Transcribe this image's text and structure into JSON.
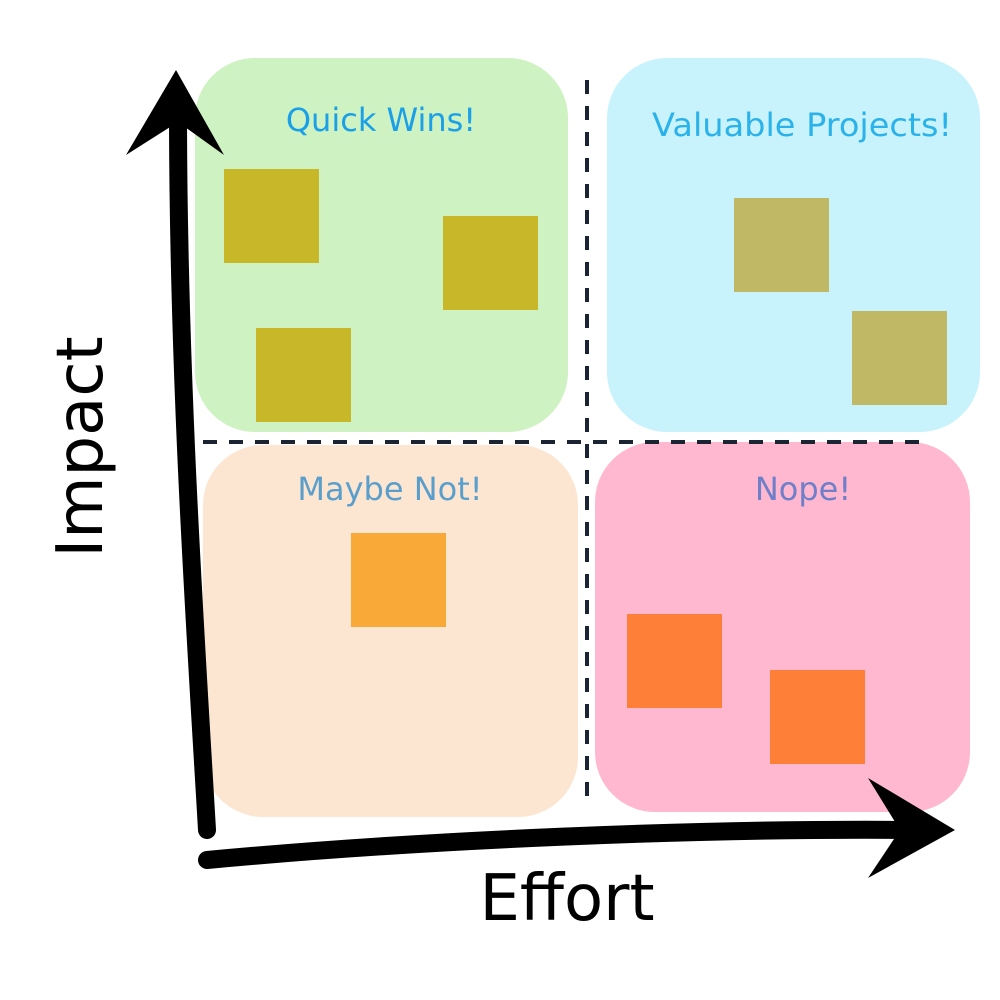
{
  "axes": {
    "x_label": "Effort",
    "y_label": "Impact",
    "stroke_color": "#000000"
  },
  "divider_color": "#1a2433",
  "quadrants": {
    "quick_wins": {
      "title": "Quick Wins!",
      "fill": "#cef2c1",
      "title_color": "#1aa0e8",
      "note_color": "#c8b829",
      "note_count": 3
    },
    "valuable_projects": {
      "title": "Valuable Projects!",
      "fill": "#c8f3fc",
      "title_color": "#2bb2ea",
      "note_color": "#c1b865",
      "note_count": 2
    },
    "maybe_not": {
      "title": "Maybe Not!",
      "fill": "#fde6d1",
      "title_color": "#5a9fcc",
      "note_color": "#f9a937",
      "note_count": 1
    },
    "nope": {
      "title": "Nope!",
      "fill": "#ffb8d0",
      "title_color": "#6f7fc8",
      "note_color": "#fe7f37",
      "note_count": 2
    }
  }
}
